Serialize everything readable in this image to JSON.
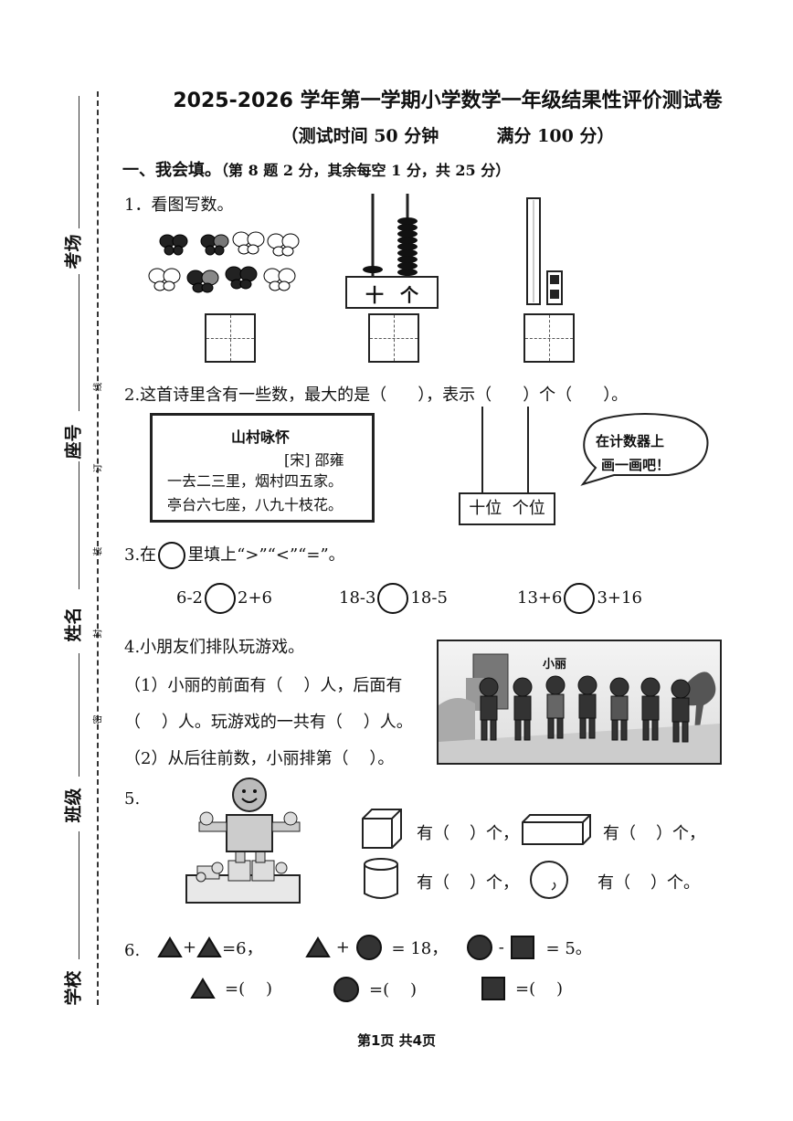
{
  "header": {
    "title": "2025-2026 学年第一学期小学数学一年级结果性评价测试卷",
    "subtitle_time": "（测试时间 50 分钟",
    "subtitle_score": "满分 100 分）"
  },
  "margin": {
    "labels": [
      "考场",
      "座号",
      "姓名",
      "班级",
      "学校"
    ],
    "binding": [
      "线",
      "订",
      "装",
      "封",
      "密"
    ]
  },
  "section1": {
    "heading": "一、我会填。",
    "note": "（第 8 题 2 分，其余每空 1 分，共 25 分）"
  },
  "q1": {
    "label": "1．看图写数。",
    "abacus_tens": "十",
    "abacus_ones": "个"
  },
  "q2": {
    "prefix": "2.这首诗里含有一些数，最大的是（",
    "mid1": "），表示（",
    "mid2": "）个（",
    "suffix": "）。",
    "poem_title": "山村咏怀",
    "poem_author": "[宋] 邵雍",
    "poem_line1": "一去二三里，烟村四五家。",
    "poem_line2": "亭台六七座，八九十枝花。",
    "counter_labels": "十位  个位",
    "bubble_line1": "在计数器上",
    "bubble_line2": "画一画吧！"
  },
  "q3": {
    "prefix": "3.在",
    "suffix": "里填上“>”“<”“=”。",
    "items": [
      {
        "left": "6-2",
        "right": "2+6"
      },
      {
        "left": "18-3",
        "right": "18-5"
      },
      {
        "left": "13+6",
        "right": "3+16"
      }
    ]
  },
  "q4": {
    "label": "4.小朋友们排队玩游戏。",
    "line1": "（1）小丽的前面有（    ）人，后面有",
    "line2": "（    ）人。玩游戏的一共有（    ）人。",
    "line3": "（2）从后往前数，小丽排第（    ）。",
    "photo_label": "小丽"
  },
  "q5": {
    "label": "5.",
    "have": "有（",
    "unit": "）个，",
    "unit_end": "）个。"
  },
  "q6": {
    "label": "6.",
    "eq1": "=6，",
    "eq2": "= 18，",
    "eq3": "= 5。",
    "ans": "=(    )"
  },
  "footer": {
    "page": "第1页 共4页"
  }
}
